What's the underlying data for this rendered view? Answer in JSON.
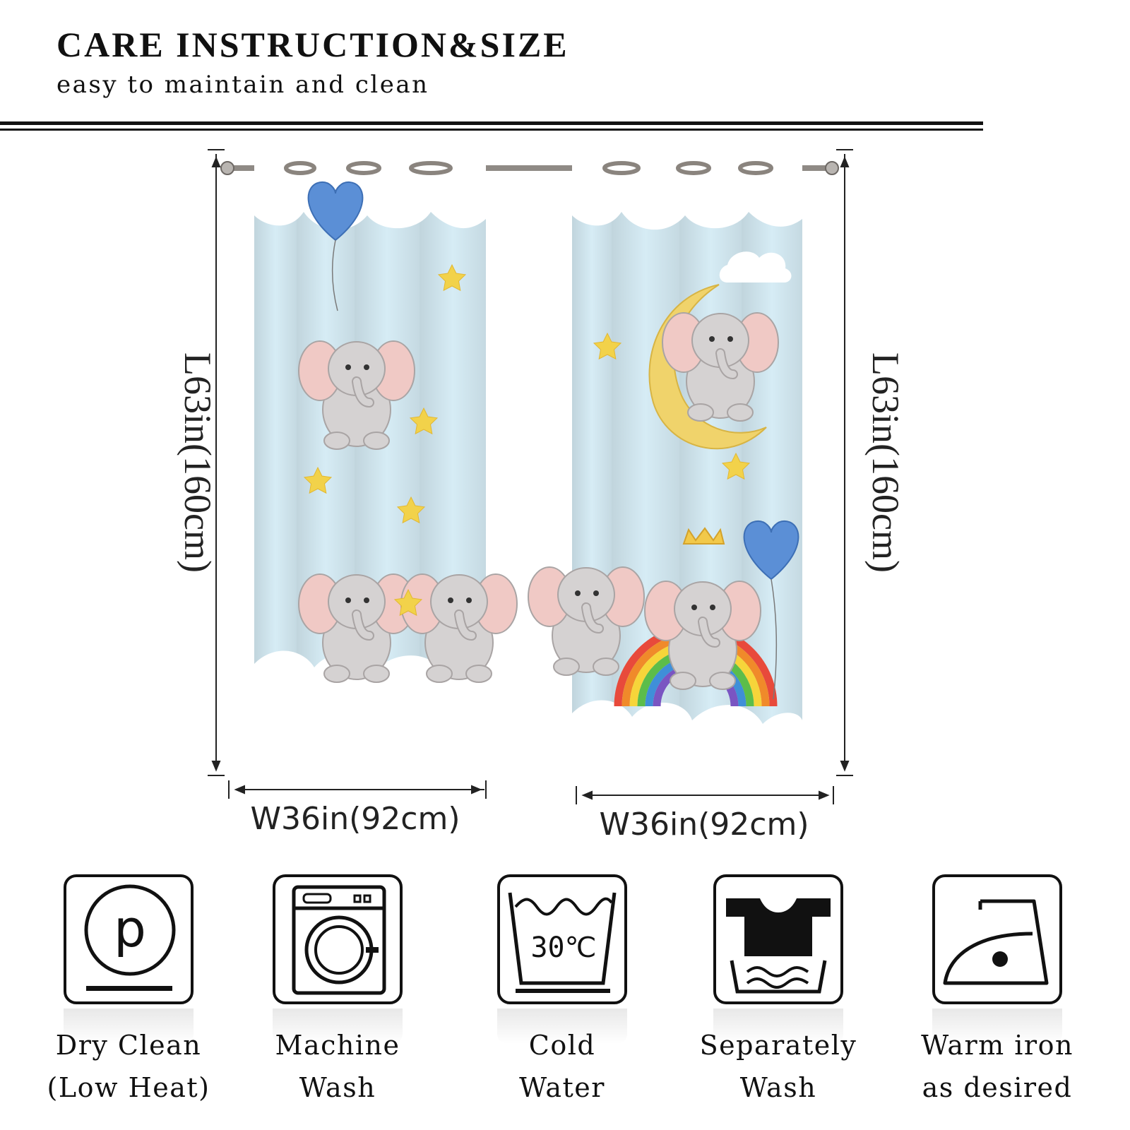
{
  "header": {
    "title": "CARE INSTRUCTION&SIZE",
    "subtitle": "easy to maintain and clean"
  },
  "dimensions": {
    "left_panel": {
      "length": "L63in(160cm)",
      "width": "W36in(92cm)"
    },
    "right_panel": {
      "length": "L63in(160cm)",
      "width": "W36in(92cm)"
    }
  },
  "care_icons": [
    {
      "icon": "dry-clean-icon",
      "line1": "Dry Clean",
      "line2": "(Low Heat)"
    },
    {
      "icon": "washing-machine-icon",
      "line1": "Machine",
      "line2": "Wash"
    },
    {
      "icon": "wash-tub-icon",
      "temp": "30℃",
      "line1": "Cold",
      "line2": "Water"
    },
    {
      "icon": "separate-wash-icon",
      "line1": "Separately",
      "line2": "Wash"
    },
    {
      "icon": "iron-icon",
      "line1": "Warm iron",
      "line2": "as desired"
    }
  ],
  "colors": {
    "sky": "#d6ecf5",
    "cloud": "#ffffff",
    "star": "#f2d24a",
    "balloon": "#5b8fd6",
    "elephant": "#d5d2d2",
    "ear": "#f0c9c5",
    "moon": "#f0d36b"
  }
}
